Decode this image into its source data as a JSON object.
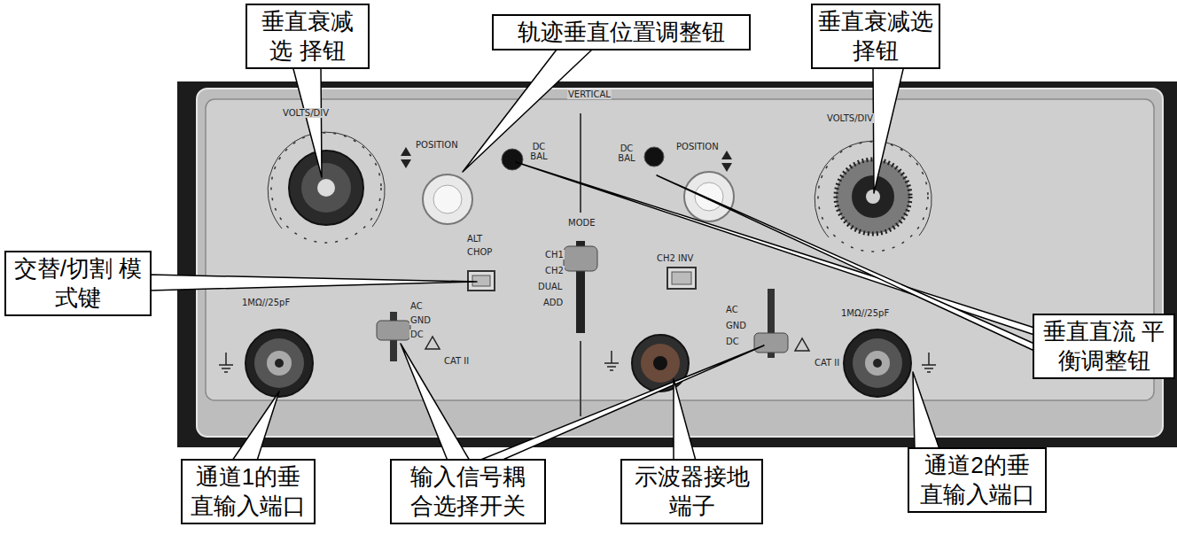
{
  "diagram": {
    "nodes": [
      {
        "text": [
          "垂直衰减选 择钮"
        ]
      },
      {
        "text": [
          "轨迹垂直位置调整钮"
        ]
      },
      {
        "text": [
          "垂直衰减选 择钮"
        ]
      },
      {
        "text": [
          "交替/切割 模式键"
        ]
      },
      {
        "text": [
          "垂直直流 平衡调整钮"
        ]
      },
      {
        "text": [
          "通道1的垂 直输入端口"
        ]
      },
      {
        "text": [
          "输入信号耦 合选择开关"
        ]
      },
      {
        "text": [
          "示波器接地 端子"
        ]
      },
      {
        "text": [
          "通道2的垂 直输入端口"
        ]
      }
    ],
    "labels": [
      "VERTICAL",
      "VOLTS/DIV",
      "POSITION",
      "DC BAL",
      "DC BAL",
      "POSITION",
      "VOLTS/DIV",
      "ALT",
      "CHOP",
      "MODE",
      "CH1",
      "CH2",
      "DUAL",
      "ADD",
      "CH2 INV",
      "1MΩ//25pF",
      "AC",
      "GND",
      "DC",
      "CAT II",
      "AC",
      "GND",
      "DC",
      "CAT II",
      "1MΩ//25pF"
    ]
  }
}
